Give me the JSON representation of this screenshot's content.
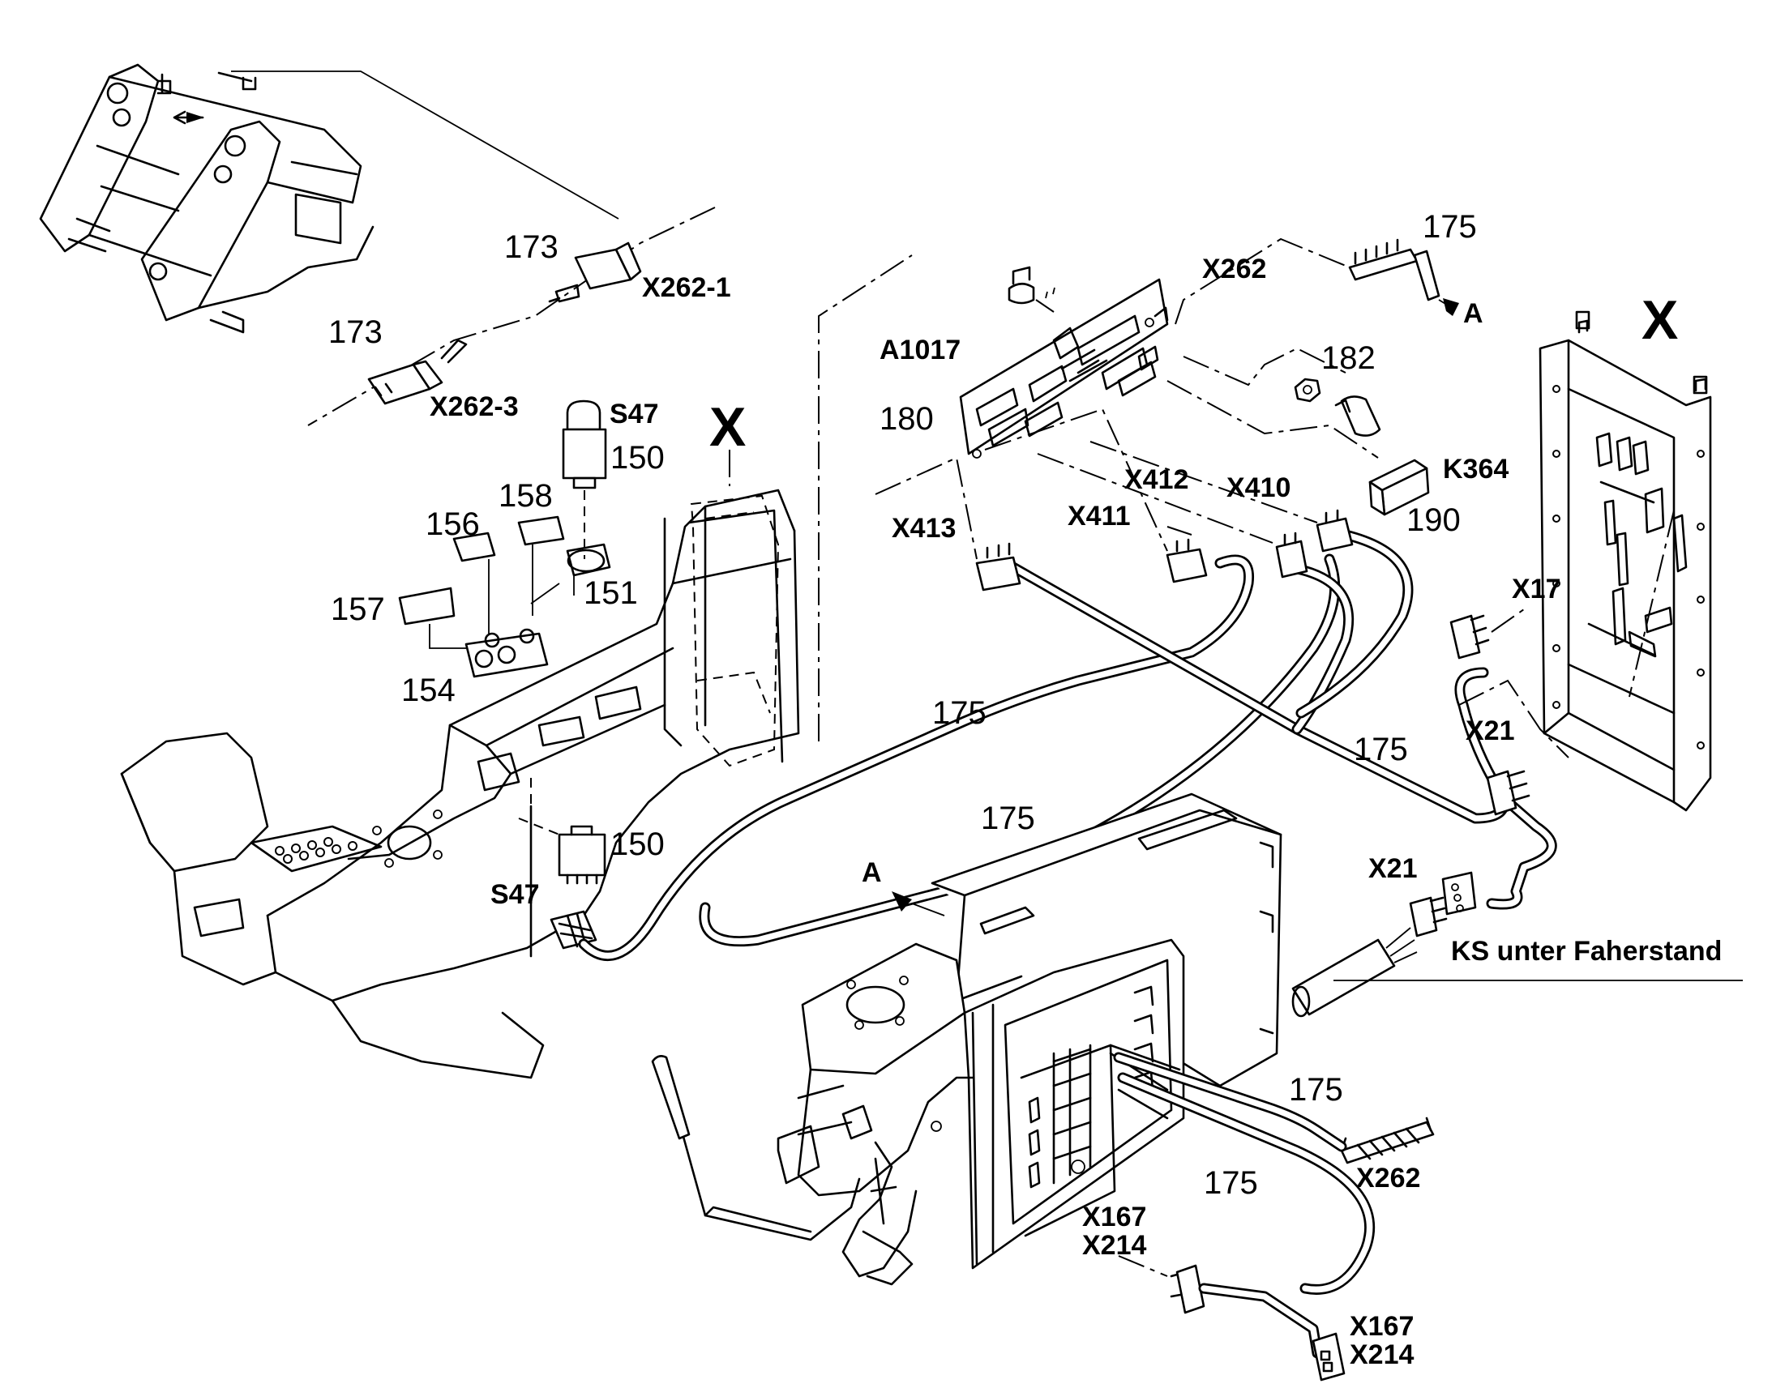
{
  "labels": {
    "n173a": "173",
    "x262_1": "X262-1",
    "n173b": "173",
    "x262_3": "X262-3",
    "s47_top": "S47",
    "n150_top": "150",
    "x_left": "X",
    "n158": "158",
    "n156": "156",
    "n151": "151",
    "n157": "157",
    "n154": "154",
    "n150_bottom": "150",
    "s47_bottom": "S47",
    "a_left": "A",
    "n175_a": "175",
    "n175_b": "175",
    "n175_top": "175",
    "x262_top": "X262",
    "a_top": "A",
    "a1017": "A1017",
    "n180": "180",
    "n182": "182",
    "k364": "K364",
    "n190": "190",
    "x412": "X412",
    "x410": "X410",
    "x411": "X411",
    "x413": "X413",
    "x_right": "X",
    "x17": "X17",
    "x21_a": "X21",
    "n175_right": "175",
    "x21_b": "X21",
    "ks_note": "KS unter Faherstand",
    "n175_c": "175",
    "x262_bottom": "X262",
    "n175_d": "175",
    "x167_a": "X167",
    "x214_a": "X214",
    "x167_b": "X167",
    "x214_b": "X214"
  }
}
